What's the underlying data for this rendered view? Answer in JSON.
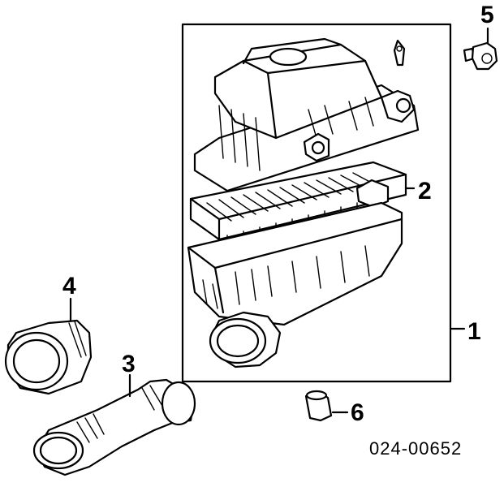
{
  "callouts": {
    "c1": "1",
    "c2": "2",
    "c3": "3",
    "c4": "4",
    "c5": "5",
    "c6": "6"
  },
  "diagram_code": "024-00652"
}
